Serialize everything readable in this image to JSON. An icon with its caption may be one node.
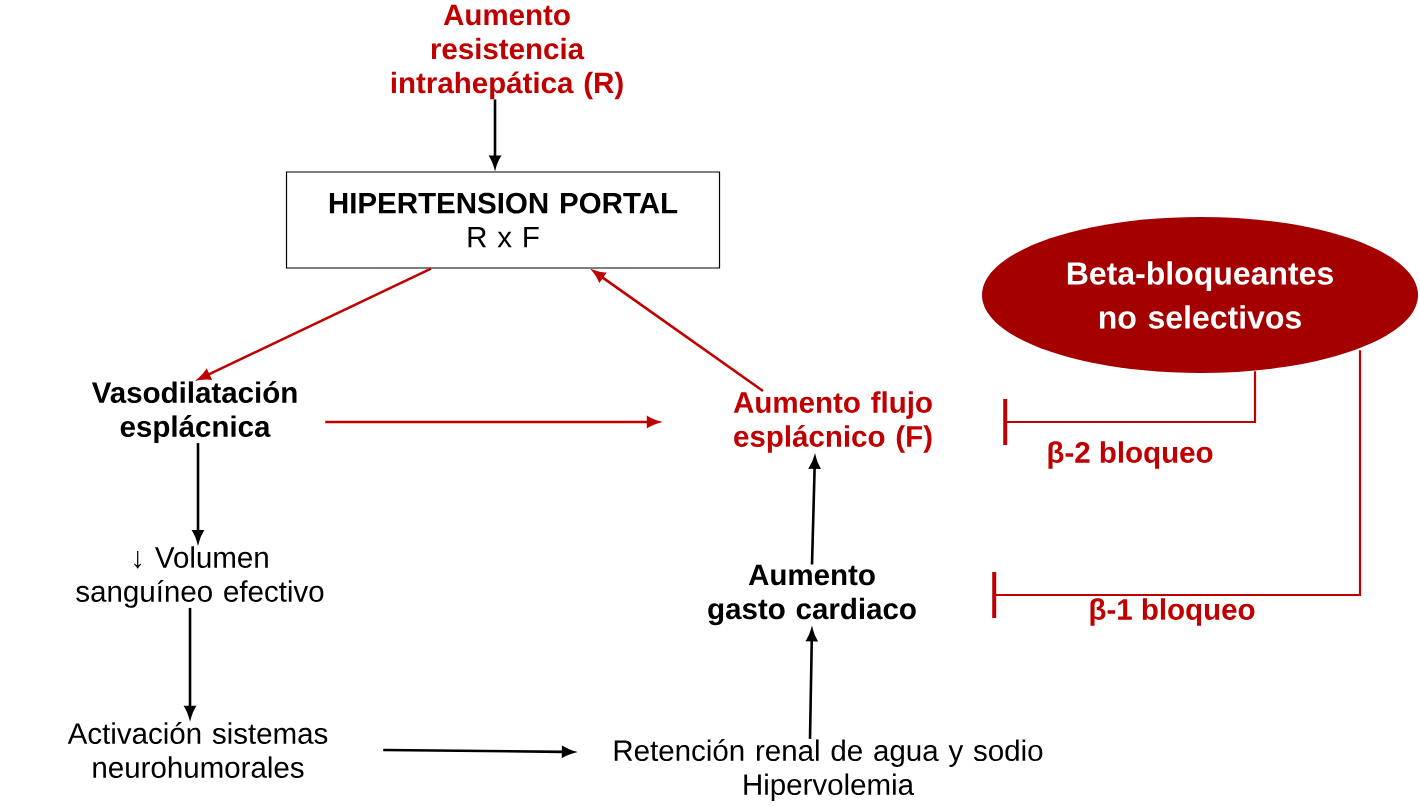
{
  "diagram": {
    "nodes": [
      {
        "text": [
          "Aumento resistencia intrahepática (R)"
        ]
      },
      {
        "text": [
          "HIPERTENSION PORTAL",
          "R x F"
        ]
      },
      {
        "text": [
          "Vasodilatación esplácnica"
        ]
      },
      {
        "text": [
          "↓ Volumen sanguíneo efectivo"
        ]
      },
      {
        "text": [
          "Activación sistemas neurohumorales"
        ]
      },
      {
        "text": [
          "Retención renal de agua y sodio",
          "Hipervolemia"
        ]
      },
      {
        "text": [
          "Aumento gasto cardiaco"
        ]
      },
      {
        "text": [
          "Aumento flujo esplácnico (F)"
        ]
      },
      {
        "text": [
          "Beta-bloqueantes no selectivos"
        ]
      }
    ],
    "edges": [
      {
        "from": 0,
        "to": 1,
        "arrow": "to"
      },
      {
        "from": 1,
        "to": 2,
        "arrow": "to",
        "color": "#c00000"
      },
      {
        "from": 7,
        "to": 1,
        "arrow": "to",
        "color": "#c00000"
      },
      {
        "from": 2,
        "to": 7,
        "arrow": "to",
        "color": "#c00000"
      },
      {
        "from": 2,
        "to": 3,
        "arrow": "to"
      },
      {
        "from": 3,
        "to": 4,
        "arrow": "to"
      },
      {
        "from": 4,
        "to": 5,
        "arrow": "to"
      },
      {
        "from": 5,
        "to": 6,
        "arrow": "to"
      },
      {
        "from": 6,
        "to": 7,
        "arrow": "to"
      },
      {
        "from": 8,
        "to": 7,
        "arrow": "other",
        "label": "β-2 bloqueo",
        "color": "#c00000"
      },
      {
        "from": 8,
        "to": 6,
        "arrow": "other",
        "label": "β-1 bloqueo",
        "color": "#c00000"
      }
    ]
  }
}
